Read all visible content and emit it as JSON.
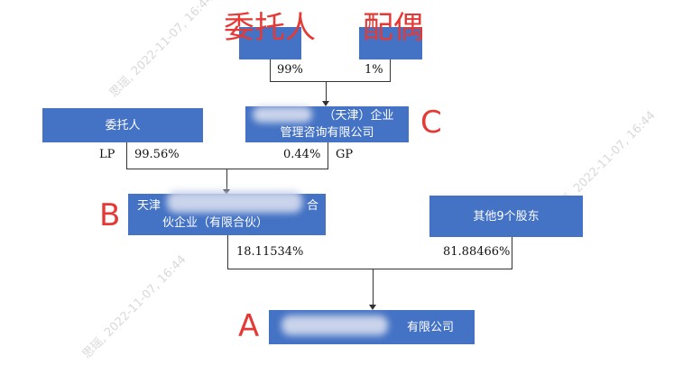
{
  "annotations": {
    "weituoren_big": "委托人",
    "peiou_big": "配偶",
    "letter_c": "C",
    "letter_b": "B",
    "letter_a": "A"
  },
  "nodes": {
    "top_left": "",
    "top_right": "",
    "c_line1": "（天津）企业",
    "c_line2": "管理咨询有限公司",
    "weituoren": "委托人",
    "b_line1_prefix": "天津",
    "b_line1_suffix": "合",
    "b_line2": "伙企业（有限合伙）",
    "others": "其他9个股东",
    "a_suffix": "有限公司"
  },
  "edges": {
    "pct_99": "99%",
    "pct_1": "1%",
    "lp": "LP",
    "pct_9956": "99.56%",
    "pct_044": "0.44%",
    "gp": "GP",
    "pct_1811534": "18.11534%",
    "pct_8188466": "81.88466%"
  },
  "watermark": {
    "text": "思瑶, 2022-11-07, 16:44"
  }
}
